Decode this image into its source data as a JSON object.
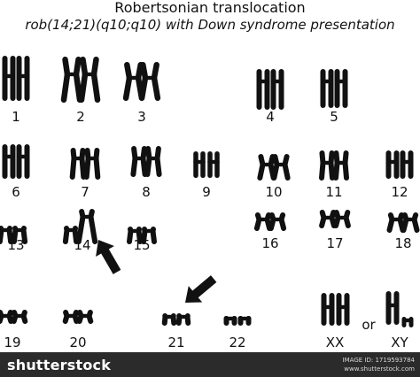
{
  "header": {
    "title": "Robertsonian translocation",
    "subtitle": "rob(14;21)(q10;q10) with Down syndrome presentation"
  },
  "karyotype": {
    "chromosome_pairs": [
      {
        "label": "1"
      },
      {
        "label": "2"
      },
      {
        "label": "3"
      },
      {
        "label": "4"
      },
      {
        "label": "5"
      },
      {
        "label": "6"
      },
      {
        "label": "7"
      },
      {
        "label": "8"
      },
      {
        "label": "9"
      },
      {
        "label": "10"
      },
      {
        "label": "11"
      },
      {
        "label": "12"
      },
      {
        "label": "13"
      },
      {
        "label": "14"
      },
      {
        "label": "15"
      },
      {
        "label": "16"
      },
      {
        "label": "17"
      },
      {
        "label": "18"
      },
      {
        "label": "19"
      },
      {
        "label": "20"
      },
      {
        "label": "21"
      },
      {
        "label": "22"
      },
      {
        "label": "XX"
      },
      {
        "label": "XY"
      }
    ],
    "or_label": "or"
  },
  "colors": {
    "chromosome": "#111111",
    "footer": "#2b2b2b"
  },
  "footer": {
    "brand": "shutterstock",
    "image_id": "IMAGE ID: 1719593784",
    "site": "www.shutterstock.com"
  }
}
